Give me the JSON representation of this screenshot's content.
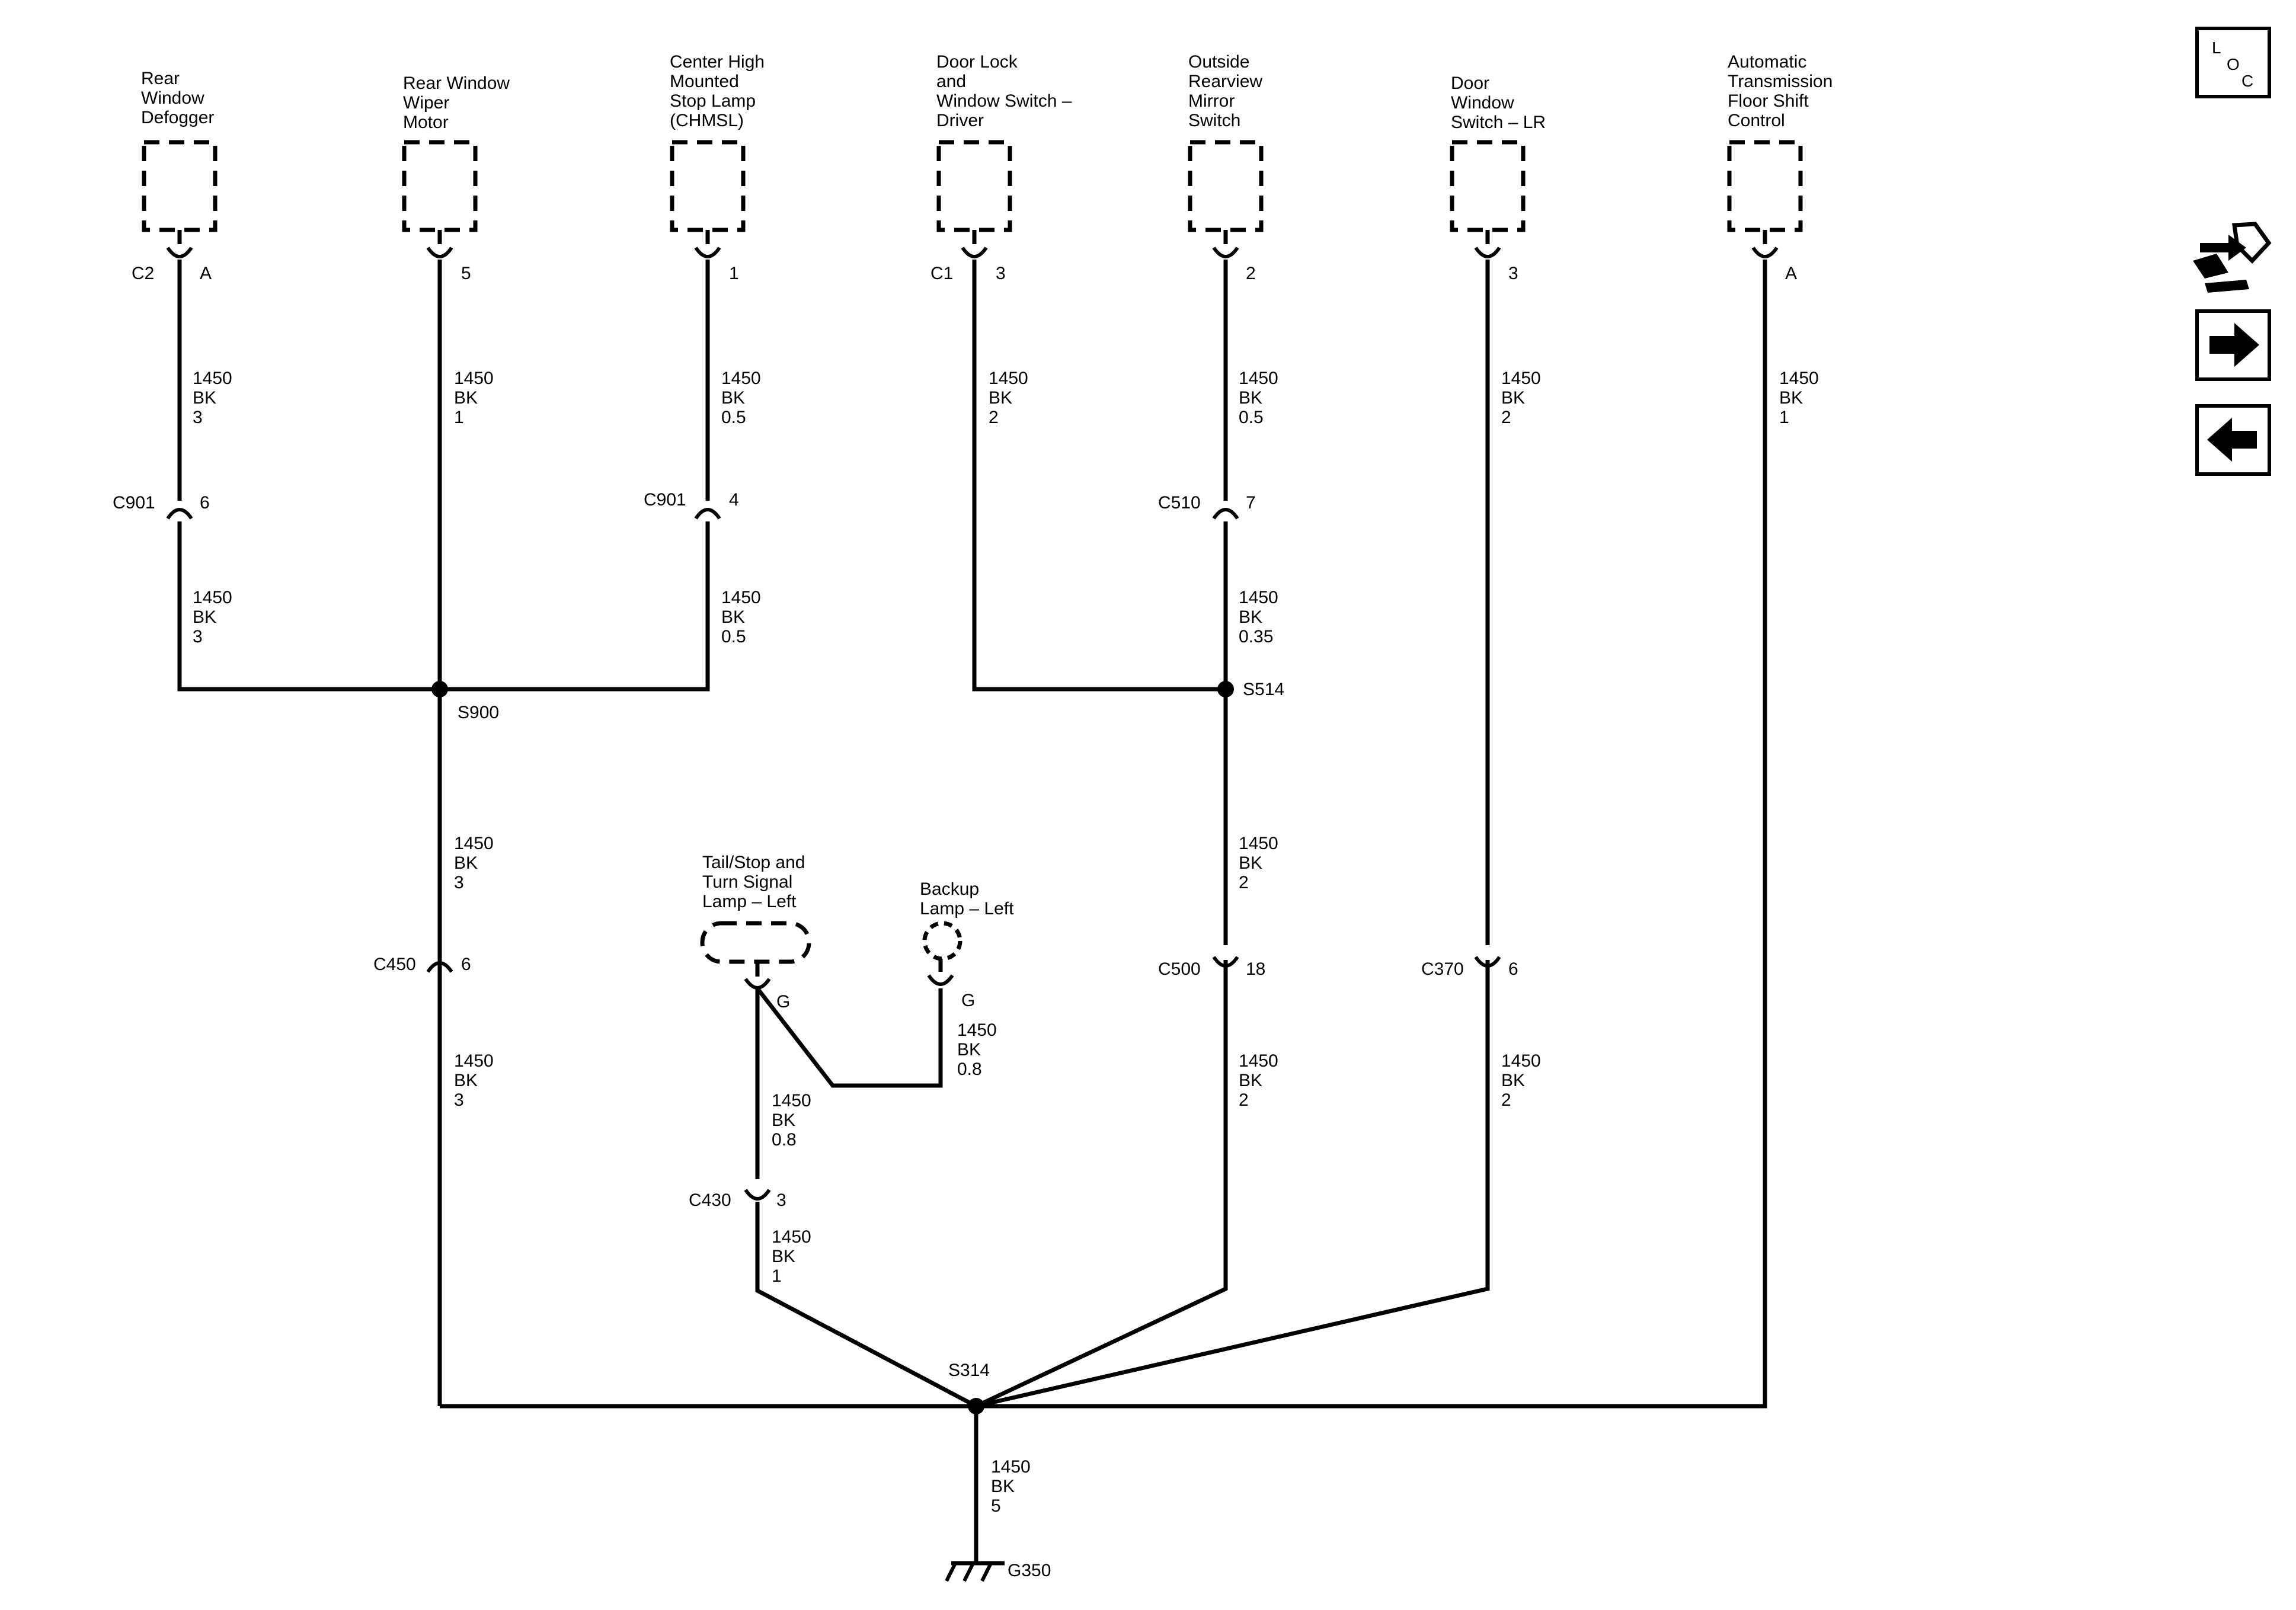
{
  "components": [
    {
      "id": "rear-window-defogger",
      "lines": [
        "Rear",
        "Window",
        "Defogger"
      ],
      "conn": "C2",
      "pin": "A"
    },
    {
      "id": "rear-window-wiper-motor",
      "lines": [
        "Rear Window",
        "Wiper",
        "Motor"
      ],
      "conn": "",
      "pin": "5"
    },
    {
      "id": "chmsl",
      "lines": [
        "Center High",
        "Mounted",
        "Stop Lamp",
        "(CHMSL)"
      ],
      "conn": "",
      "pin": "1"
    },
    {
      "id": "door-lock-window-switch-driver",
      "lines": [
        "Door Lock",
        "and",
        "Window Switch –",
        "Driver"
      ],
      "conn": "C1",
      "pin": "3"
    },
    {
      "id": "outside-rearview-mirror-switch",
      "lines": [
        "Outside",
        "Rearview",
        "Mirror",
        "Switch"
      ],
      "conn": "",
      "pin": "2"
    },
    {
      "id": "door-window-switch-lr",
      "lines": [
        "Door",
        "Window",
        "Switch – LR"
      ],
      "conn": "",
      "pin": "3"
    },
    {
      "id": "auto-trans-floor-shift-control",
      "lines": [
        "Automatic",
        "Transmission",
        "Floor Shift",
        "Control"
      ],
      "conn": "",
      "pin": "A"
    }
  ],
  "lamps": [
    {
      "id": "tail-stop-turn-lamp-left",
      "lines": [
        "Tail/Stop and",
        "Turn Signal",
        "Lamp – Left"
      ],
      "pin": "G"
    },
    {
      "id": "backup-lamp-left",
      "lines": [
        "Backup",
        "Lamp – Left"
      ],
      "pin": "G"
    }
  ],
  "inline_connectors": [
    {
      "id": "c901-a",
      "conn": "C901",
      "pin": "6"
    },
    {
      "id": "c901-b",
      "conn": "C901",
      "pin": "4"
    },
    {
      "id": "c510",
      "conn": "C510",
      "pin": "7"
    },
    {
      "id": "c450",
      "conn": "C450",
      "pin": "6"
    },
    {
      "id": "c500",
      "conn": "C500",
      "pin": "18"
    },
    {
      "id": "c370",
      "conn": "C370",
      "pin": "6"
    },
    {
      "id": "c430",
      "conn": "C430",
      "pin": "3"
    }
  ],
  "wires": [
    {
      "id": "w-defogger-1",
      "lines": [
        "1450",
        "BK",
        "3"
      ]
    },
    {
      "id": "w-defogger-2",
      "lines": [
        "1450",
        "BK",
        "3"
      ]
    },
    {
      "id": "w-wiper",
      "lines": [
        "1450",
        "BK",
        "1"
      ]
    },
    {
      "id": "w-chmsl-1",
      "lines": [
        "1450",
        "BK",
        "0.5"
      ]
    },
    {
      "id": "w-chmsl-2",
      "lines": [
        "1450",
        "BK",
        "0.5"
      ]
    },
    {
      "id": "w-doorlock",
      "lines": [
        "1450",
        "BK",
        "2"
      ]
    },
    {
      "id": "w-mirror-1",
      "lines": [
        "1450",
        "BK",
        "0.5"
      ]
    },
    {
      "id": "w-mirror-2",
      "lines": [
        "1450",
        "BK",
        "0.35"
      ]
    },
    {
      "id": "w-doorwin-1",
      "lines": [
        "1450",
        "BK",
        "2"
      ]
    },
    {
      "id": "w-trans",
      "lines": [
        "1450",
        "BK",
        "1"
      ]
    },
    {
      "id": "w-s900-down",
      "lines": [
        "1450",
        "BK",
        "3"
      ]
    },
    {
      "id": "w-c450-down",
      "lines": [
        "1450",
        "BK",
        "3"
      ]
    },
    {
      "id": "w-s514-down",
      "lines": [
        "1450",
        "BK",
        "2"
      ]
    },
    {
      "id": "w-c500-down",
      "lines": [
        "1450",
        "BK",
        "2"
      ]
    },
    {
      "id": "w-c370-down",
      "lines": [
        "1450",
        "BK",
        "2"
      ]
    },
    {
      "id": "w-backup",
      "lines": [
        "1450",
        "BK",
        "0.8"
      ]
    },
    {
      "id": "w-tail",
      "lines": [
        "1450",
        "BK",
        "0.8"
      ]
    },
    {
      "id": "w-c430-down",
      "lines": [
        "1450",
        "BK",
        "1"
      ]
    },
    {
      "id": "w-ground",
      "lines": [
        "1450",
        "BK",
        "5"
      ]
    }
  ],
  "splices": [
    {
      "id": "s900",
      "label": "S900"
    },
    {
      "id": "s514",
      "label": "S514"
    },
    {
      "id": "s314",
      "label": "S314"
    }
  ],
  "ground": {
    "label": "G350"
  },
  "side_buttons": {
    "loc": {
      "letters": [
        "L",
        "O",
        "C"
      ],
      "icon": "loc-icon"
    },
    "schematic_icon": "component-locator-icon",
    "forward_icon": "arrow-right-icon",
    "back_icon": "arrow-left-icon"
  }
}
